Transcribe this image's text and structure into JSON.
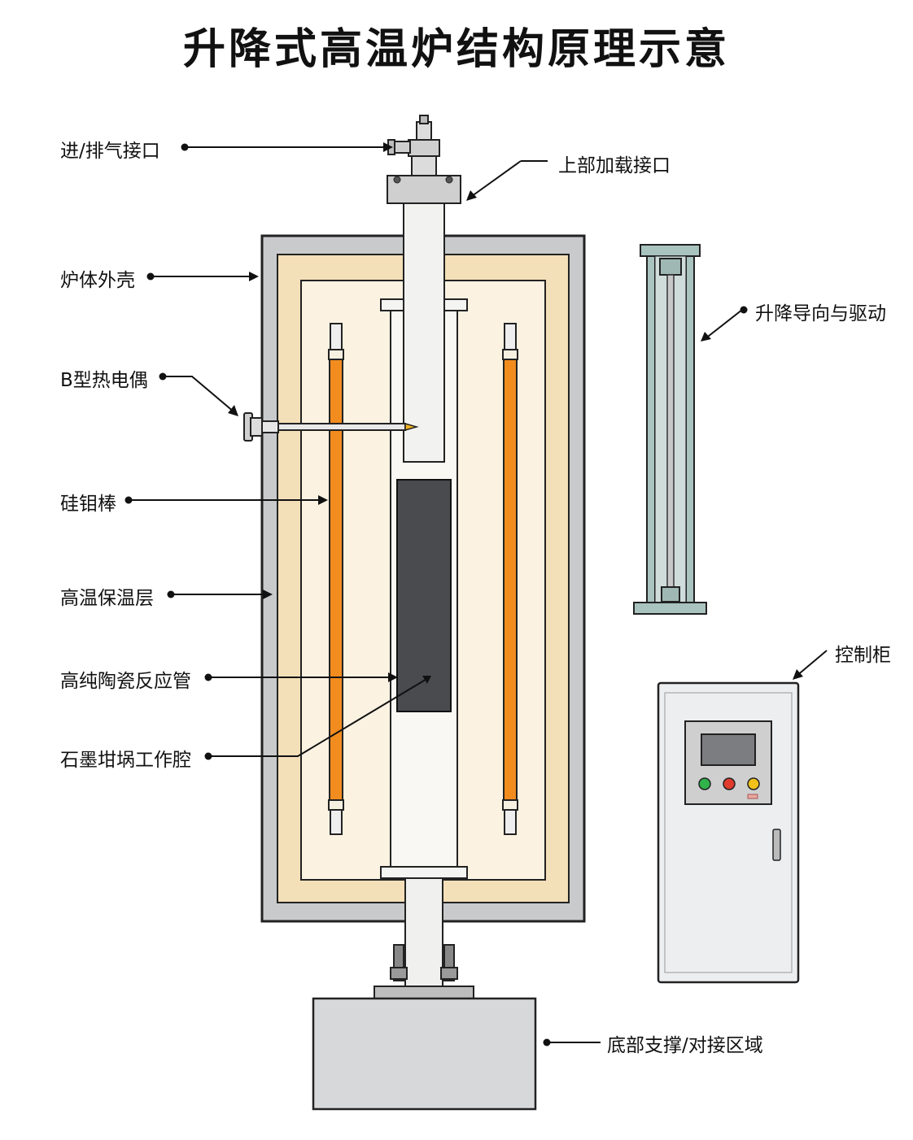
{
  "title": "升降式高温炉结构原理示意",
  "labels": {
    "gas_port": "进/排气接口",
    "top_loading": "上部加载接口",
    "shell": "炉体外壳",
    "lift_guide": "升降导向与驱动",
    "thermocouple": "B型热电偶",
    "heating_rod": "硅钼棒",
    "insulation": "高温保温层",
    "ceramic_tube": "高纯陶瓷反应管",
    "crucible": "石墨坩埚工作腔",
    "control_cabinet": "控制柜",
    "base": "底部支撑/对接区域"
  },
  "colors": {
    "shell": "#c9cacc",
    "insulation": "#f3dfb8",
    "inner_chamber": "#fbf2e2",
    "heating_rod": "#f28c1e",
    "crucible": "#4a4b4f",
    "guide_rail": "#a9c3bf",
    "cabinet": "#eceef0",
    "base": "#d7d8d9",
    "lamp_green": "#2fb34a",
    "lamp_red": "#e03b2c",
    "lamp_yellow": "#f2c21a"
  }
}
